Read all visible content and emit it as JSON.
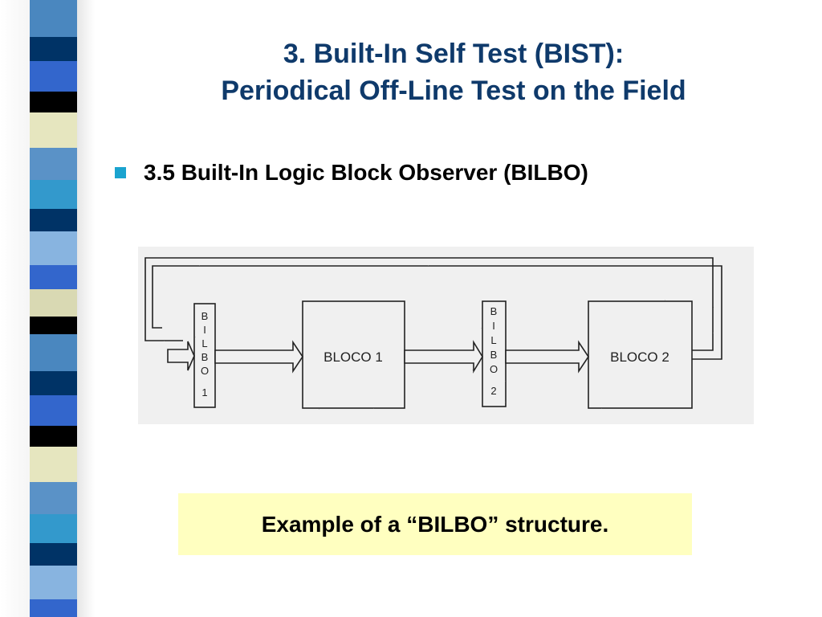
{
  "slide": {
    "title_line1": "3. Built-In Self Test (BIST):",
    "title_line2": "Periodical Off-Line Test on the Field",
    "bullet_text": "3.5 Built-In Logic Block Observer (BILBO)",
    "caption": "Example of a “BILBO” structure."
  },
  "diagram": {
    "bilbo1_letters": [
      "B",
      "I",
      "L",
      "B",
      "O",
      "1"
    ],
    "bilbo2_letters": [
      "B",
      "I",
      "L",
      "B",
      "O",
      "2"
    ],
    "block1_label": "BLOCO 1",
    "block2_label": "BLOCO 2"
  },
  "colors": {
    "title": "#0f3a6b",
    "bullet": "#1aa3cf",
    "caption_bg": "#ffffc0",
    "stripes": [
      "#4a87bf",
      "#003366",
      "#3366cc",
      "#000000",
      "#e6e6bf",
      "#5a92c7",
      "#3399cc",
      "#003366",
      "#88b4e0",
      "#3366cc",
      "#d9d9b3",
      "#000000"
    ]
  }
}
